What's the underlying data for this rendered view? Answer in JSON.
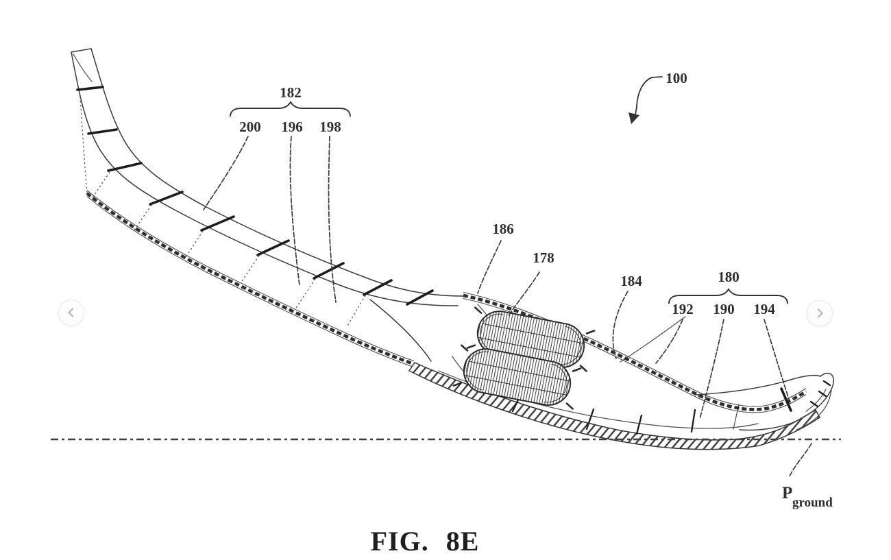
{
  "figure": {
    "caption": "FIG. 8E",
    "callouts": {
      "n100": "100",
      "n182": "182",
      "n200": "200",
      "n196": "196",
      "n198": "198",
      "n186": "186",
      "n178": "178",
      "n184": "184",
      "n180": "180",
      "n192": "192",
      "n190": "190",
      "n194": "194"
    },
    "ground": {
      "base": "P",
      "subscript": "ground"
    },
    "groups": [
      {
        "parent": "182",
        "children": [
          "200",
          "196",
          "198"
        ]
      },
      {
        "parent": "180",
        "children": [
          "192",
          "190",
          "194"
        ]
      }
    ],
    "colors": {
      "ink": "#333333",
      "background": "#ffffff"
    }
  },
  "carousel": {
    "prev_icon": "chevron-left",
    "next_icon": "chevron-right",
    "nav_glyph_color": "#bfbfbf",
    "nav_ring_color": "#ececec"
  }
}
